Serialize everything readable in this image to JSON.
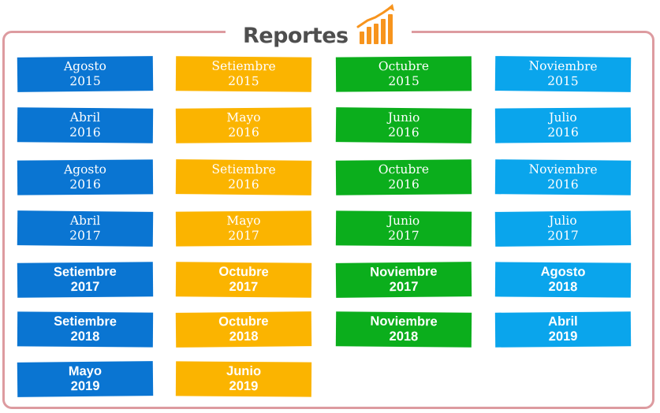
{
  "title": "Reportes",
  "colors": {
    "blue": "#0a75d2",
    "yellow": "#fbb400",
    "green": "#0bae1c",
    "lightblue": "#0aa5ec",
    "frame": "#dd9ba0",
    "title_text": "#4e4e4e",
    "icon": "#f7941d"
  },
  "icons": {
    "chart": "bar-chart-trend-icon"
  },
  "columns": [
    {
      "color": "blue",
      "reports": [
        {
          "month": "Agosto",
          "year": "2015"
        },
        {
          "month": "Abril",
          "year": "2016"
        },
        {
          "month": "Agosto",
          "year": "2016"
        },
        {
          "month": "Abril",
          "year": "2017"
        },
        {
          "month": "Setiembre",
          "year": "2017"
        },
        {
          "month": "Setiembre",
          "year": "2018"
        },
        {
          "month": "Mayo",
          "year": "2019"
        }
      ]
    },
    {
      "color": "yellow",
      "reports": [
        {
          "month": "Setiembre",
          "year": "2015"
        },
        {
          "month": "Mayo",
          "year": "2016"
        },
        {
          "month": "Setiembre",
          "year": "2016"
        },
        {
          "month": "Mayo",
          "year": "2017"
        },
        {
          "month": "Octubre",
          "year": "2017"
        },
        {
          "month": "Octubre",
          "year": "2018"
        },
        {
          "month": "Junio",
          "year": "2019"
        }
      ]
    },
    {
      "color": "green",
      "reports": [
        {
          "month": "Octubre",
          "year": "2015"
        },
        {
          "month": "Junio",
          "year": "2016"
        },
        {
          "month": "Octubre",
          "year": "2016"
        },
        {
          "month": "Junio",
          "year": "2017"
        },
        {
          "month": "Noviembre",
          "year": "2017"
        },
        {
          "month": "Noviembre",
          "year": "2018"
        }
      ]
    },
    {
      "color": "lightblue",
      "reports": [
        {
          "month": "Noviembre",
          "year": "2015"
        },
        {
          "month": "Julio",
          "year": "2016"
        },
        {
          "month": "Noviembre",
          "year": "2016"
        },
        {
          "month": "Julio",
          "year": "2017"
        },
        {
          "month": "Agosto",
          "year": "2018"
        },
        {
          "month": "Abril",
          "year": "2019"
        }
      ]
    }
  ]
}
